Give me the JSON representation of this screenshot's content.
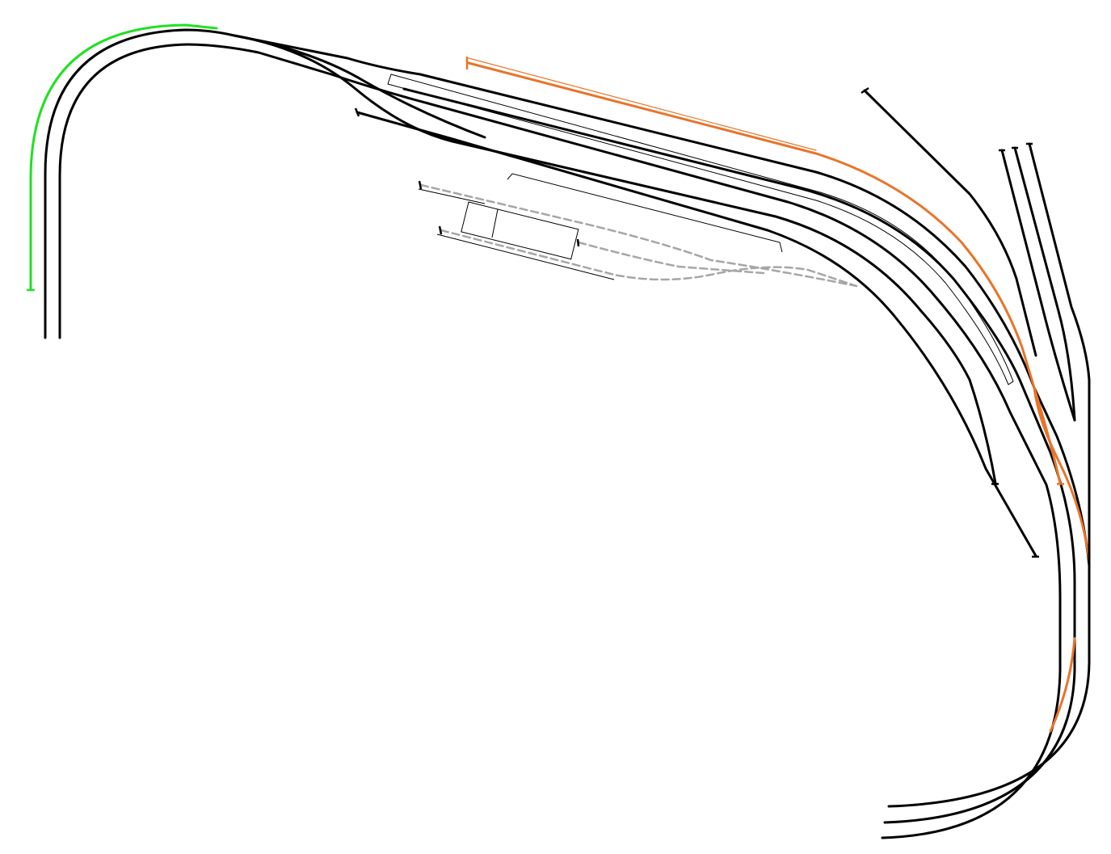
{
  "diagram": {
    "kind": "model-railway-track-plan",
    "colors": {
      "mainline": "#000000",
      "green_track": "#22e022",
      "orange_track": "#e8742a",
      "dashed_siding": "#a6a6a6",
      "outline": "#000000",
      "background": "#ffffff"
    },
    "elements": {
      "mainline_tracks": "black-double-track-loop",
      "station_tracks": "black-parallel-station-tracks",
      "platform": "station-platform-outline",
      "goods_shed": "goods-shed-outline",
      "goods_sidings": "grey-dashed-siding-tracks",
      "green_track": "green-curved-track",
      "orange_track": "orange-siding-track",
      "fiddle_yard": "black-fiddle-yard-spurs"
    }
  }
}
